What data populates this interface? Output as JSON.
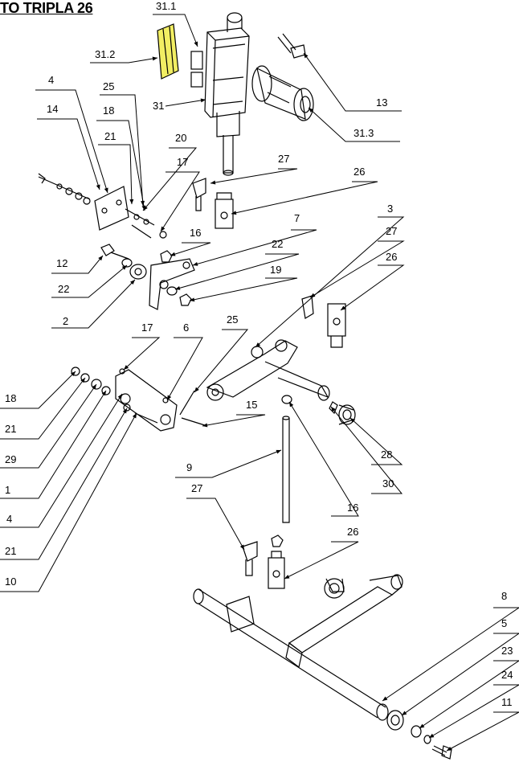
{
  "title": "TO TRIPLA 26",
  "highlight_color": "#f2ee63",
  "line_color": "#000000",
  "callouts": [
    {
      "label": "31.1"
    },
    {
      "label": "31.2"
    },
    {
      "label": "31"
    },
    {
      "label": "13"
    },
    {
      "label": "31.3"
    },
    {
      "label": "4"
    },
    {
      "label": "25"
    },
    {
      "label": "14"
    },
    {
      "label": "18"
    },
    {
      "label": "21"
    },
    {
      "label": "20"
    },
    {
      "label": "17"
    },
    {
      "label": "27"
    },
    {
      "label": "26"
    },
    {
      "label": "7"
    },
    {
      "label": "16"
    },
    {
      "label": "12"
    },
    {
      "label": "22"
    },
    {
      "label": "22"
    },
    {
      "label": "19"
    },
    {
      "label": "2"
    },
    {
      "label": "3"
    },
    {
      "label": "27"
    },
    {
      "label": "26"
    },
    {
      "label": "17"
    },
    {
      "label": "6"
    },
    {
      "label": "25"
    },
    {
      "label": "18"
    },
    {
      "label": "15"
    },
    {
      "label": "21"
    },
    {
      "label": "29"
    },
    {
      "label": "1"
    },
    {
      "label": "28"
    },
    {
      "label": "4"
    },
    {
      "label": "30"
    },
    {
      "label": "9"
    },
    {
      "label": "21"
    },
    {
      "label": "27"
    },
    {
      "label": "16"
    },
    {
      "label": "10"
    },
    {
      "label": "26"
    },
    {
      "label": "8"
    },
    {
      "label": "5"
    },
    {
      "label": "23"
    },
    {
      "label": "24"
    },
    {
      "label": "11"
    }
  ]
}
